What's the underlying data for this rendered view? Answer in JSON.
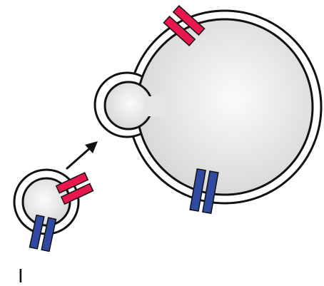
{
  "diagram": {
    "panel_label": "I",
    "colors": {
      "background": "#ffffff",
      "membrane_outline": "#111111",
      "membrane_fill": "#ffffff",
      "lumen_light": "#fbfbfb",
      "lumen_dark": "#d6d6d6",
      "receptor_red": "#e8184f",
      "receptor_blue": "#2f4aa0",
      "arrow": "#111111"
    },
    "elements": [
      {
        "name": "small-vesicle"
      },
      {
        "name": "large-budding-cell"
      },
      {
        "name": "fusion-arrow"
      },
      {
        "name": "red-receptor-on-vesicle"
      },
      {
        "name": "blue-receptor-on-vesicle"
      },
      {
        "name": "red-receptor-on-cell"
      },
      {
        "name": "blue-receptor-on-cell"
      }
    ]
  }
}
